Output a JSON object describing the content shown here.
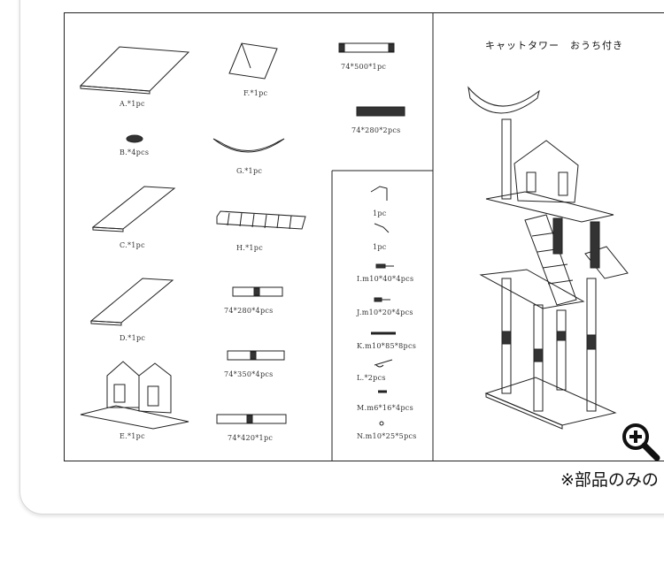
{
  "document": {
    "title": "キャットタワー　おうち付き",
    "parts": {
      "a": "A.*1pc",
      "b": "B.*4pcs",
      "c": "C.*1pc",
      "d": "D.*1pc",
      "e": "E.*1pc",
      "f": "F.*1pc",
      "g": "G.*1pc",
      "h": "H.*1pc",
      "p280x4": "74*280*4pcs",
      "p350x4": "74*350*4pcs",
      "p420x1": "74*420*1pc",
      "p500x1": "74*500*1pc",
      "p280x2": "74*280*2pcs"
    },
    "hardware": {
      "tool1": "1pc",
      "tool2": "1pc",
      "i": "I.m10*40*4pcs",
      "j": "J.m10*20*4pcs",
      "k": "K.m10*85*8pcs",
      "l": "L.*2pcs",
      "m": "M.m6*16*4pcs",
      "n": "N.m10*25*5pcs"
    },
    "note": "※部品のみの"
  },
  "icons": {
    "zoom": "zoom-in-icon"
  },
  "colors": {
    "line": "#222222",
    "post_dark": "#333333",
    "border": "#d9d9d9"
  }
}
